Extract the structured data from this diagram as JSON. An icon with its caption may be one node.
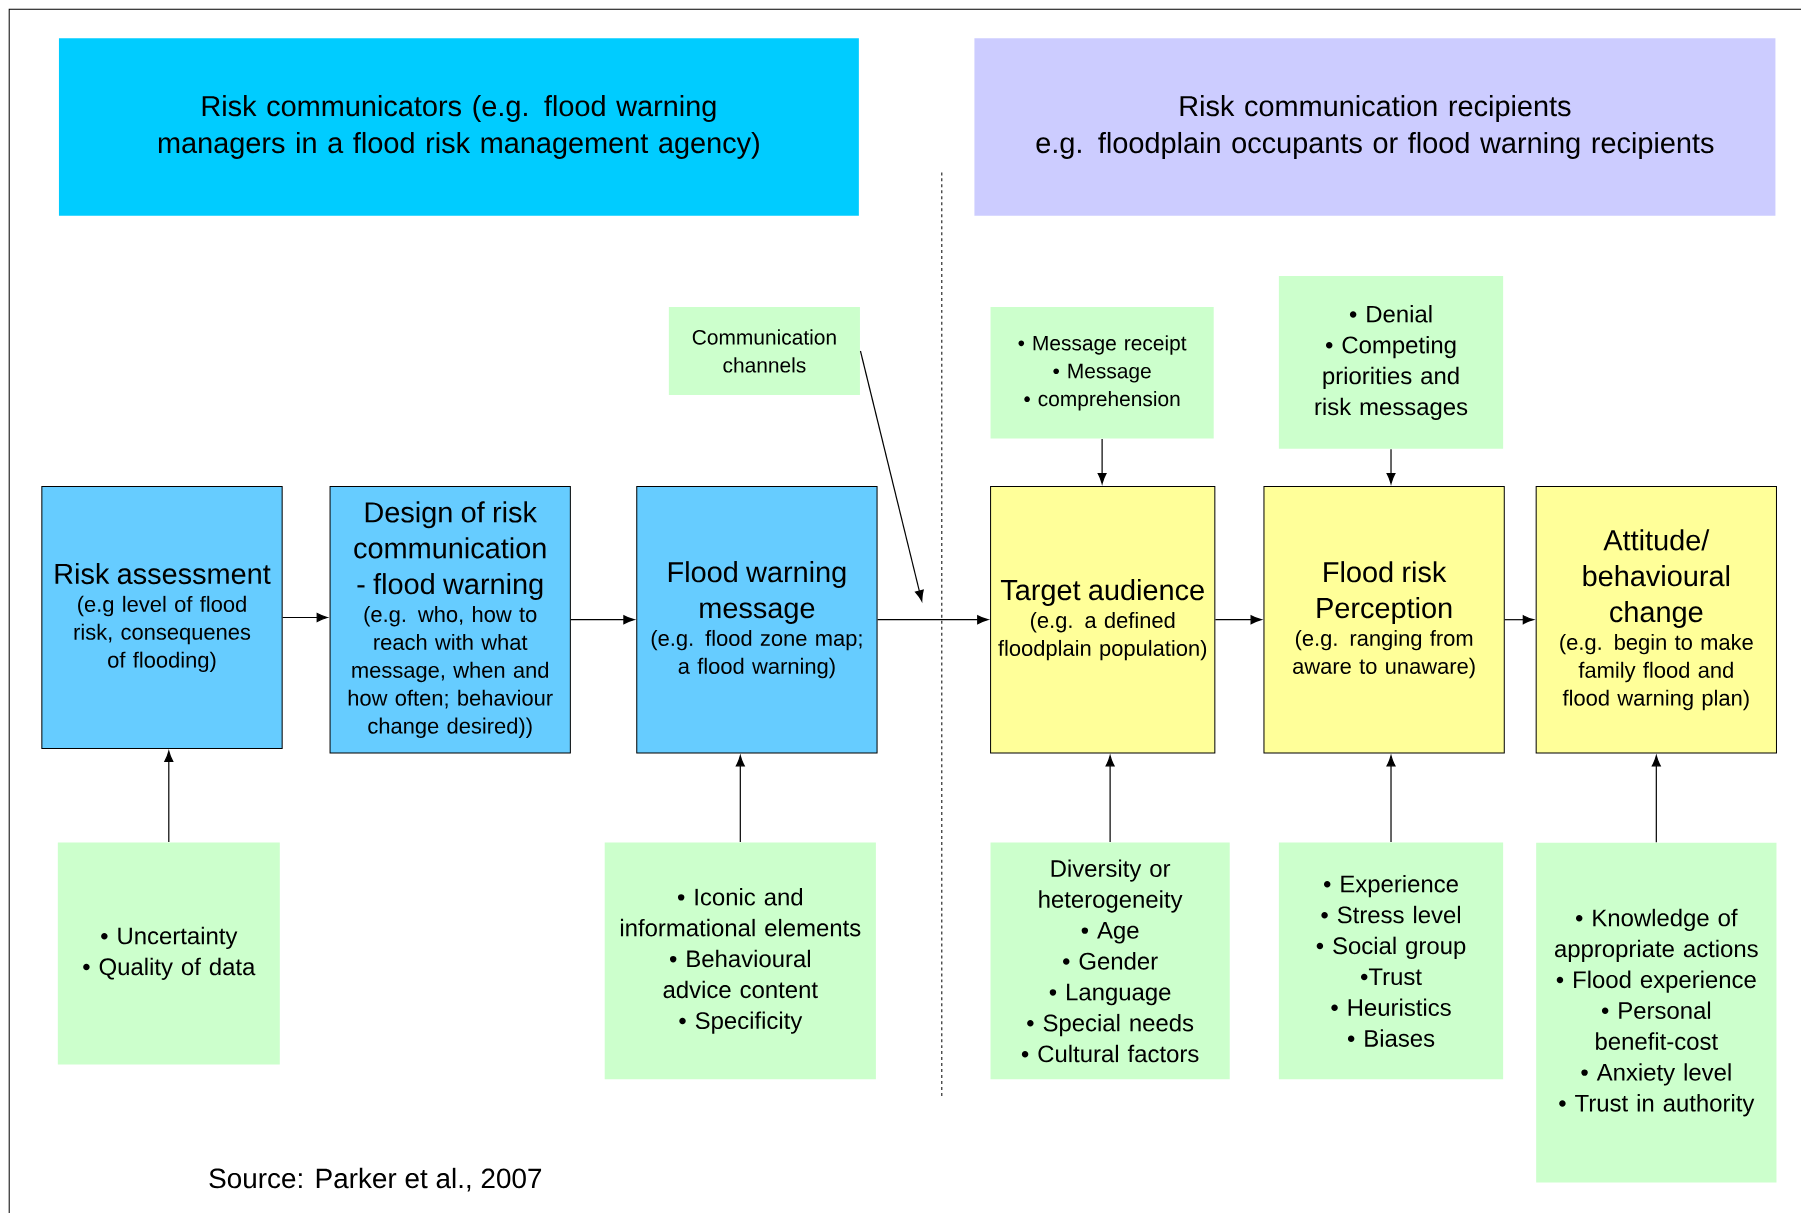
{
  "diagram": {
    "nodes": [
      {
        "text": [
          "Risk communicators (e.g. flood warning managers in a flood risk management agency)"
        ]
      },
      {
        "text": [
          "Risk communication recipients",
          "e.g. floodplain occupants or flood warning recipients"
        ]
      },
      {
        "text": [
          "Risk assessment",
          "(e.g level of flood risk, consequenes of flooding)"
        ]
      },
      {
        "text": [
          "Design of risk communication - flood warning",
          "(e.g. who, how to reach with what message, when and how often; behaviour change desired))"
        ]
      },
      {
        "text": [
          "Flood warning message",
          "(e.g. flood zone map; a flood warning)"
        ]
      },
      {
        "text": [
          "Target audience",
          "(e.g. a defined floodplain population)"
        ]
      },
      {
        "text": [
          "Flood risk Perception",
          "(e.g. ranging from aware to unaware)"
        ]
      },
      {
        "text": [
          "Attitude/ behavioural change",
          "(e.g. begin to make family flood and flood warning plan)"
        ]
      },
      {
        "text": [
          "Communication channels"
        ]
      },
      {
        "text": [
          "• Message receipt",
          "• Message",
          "• comprehension"
        ]
      },
      {
        "text": [
          "• Denial",
          "• Competing priorities and risk messages"
        ]
      },
      {
        "text": [
          "• Uncertainty",
          "• Quality of data"
        ]
      },
      {
        "text": [
          "• Iconic and informational elements",
          "• Behavioural advice content",
          "• Specificity"
        ]
      },
      {
        "text": [
          "Diversity or heterogeneity",
          "• Age",
          "• Gender",
          "• Language",
          "• Special needs",
          "• Cultural factors"
        ]
      },
      {
        "text": [
          "• Experience",
          "• Stress level",
          "• Social group",
          "•Trust",
          "• Heuristics",
          "• Biases"
        ]
      },
      {
        "text": [
          "• Knowledge of appropriate actions",
          "• Flood experience",
          "• Personal benefit-cost",
          "• Anxiety level",
          "• Trust in authority"
        ]
      }
    ],
    "edges": [
      {
        "from": 2,
        "to": 3,
        "arrow": "to"
      },
      {
        "from": 3,
        "to": 4,
        "arrow": "to"
      },
      {
        "from": 4,
        "to": 5,
        "arrow": "to"
      },
      {
        "from": 5,
        "to": 6,
        "arrow": "to"
      },
      {
        "from": 6,
        "to": 7,
        "arrow": "to"
      },
      {
        "from": 11,
        "to": 2,
        "arrow": "to"
      },
      {
        "from": 12,
        "to": 4,
        "arrow": "to"
      },
      {
        "from": 9,
        "to": 5,
        "arrow": "to"
      },
      {
        "from": 10,
        "to": 6,
        "arrow": "to"
      },
      {
        "from": 13,
        "to": 5,
        "arrow": "to"
      },
      {
        "from": 14,
        "to": 6,
        "arrow": "to"
      },
      {
        "from": 15,
        "to": 7,
        "arrow": "to"
      },
      {
        "from": 8,
        "to": null,
        "arrow": "to"
      }
    ],
    "labels": [
      "Source: Parker et al., 2007"
    ]
  }
}
